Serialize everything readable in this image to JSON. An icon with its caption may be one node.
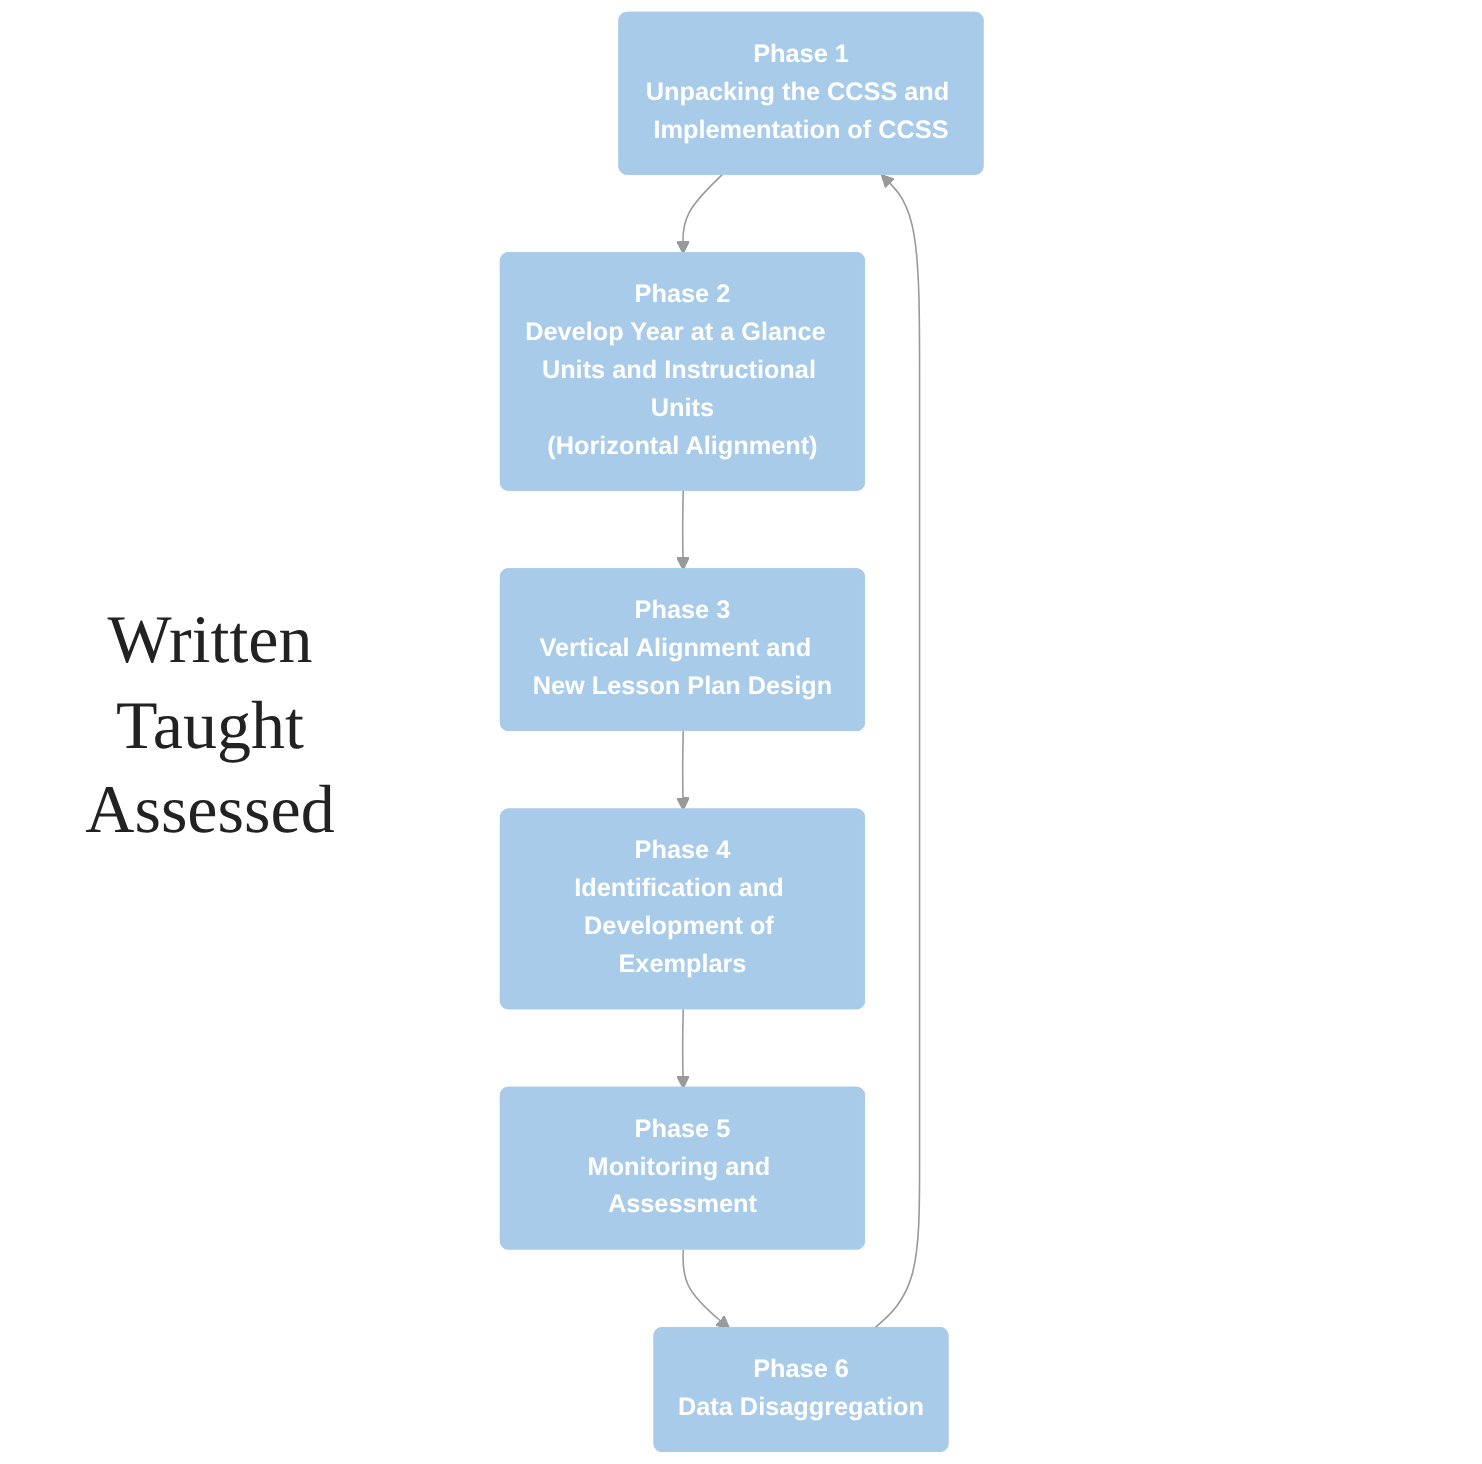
{
  "diagram": {
    "nodes": [
      {
        "text": [
          "Phase 1",
          "Unpacking the CCSS and Implementation of CCSS"
        ]
      },
      {
        "text": [
          "Phase 2",
          "Develop Year at a Glance  Units and Instructional Units",
          "(Horizontal Alignment)"
        ]
      },
      {
        "text": [
          "Phase 3",
          "Vertical Alignment and  New Lesson Plan Design"
        ]
      },
      {
        "text": [
          "Phase 4",
          "Identification and Development of Exemplars"
        ]
      },
      {
        "text": [
          "Phase 5",
          "Monitoring and Assessment"
        ]
      },
      {
        "text": [
          "Phase 6",
          "Data Disaggregation"
        ]
      }
    ],
    "edges": [
      {
        "from": 0,
        "to": 1,
        "arrow": "to"
      },
      {
        "from": 1,
        "to": 2,
        "arrow": "to"
      },
      {
        "from": 2,
        "to": 3,
        "arrow": "to"
      },
      {
        "from": 3,
        "to": 4,
        "arrow": "to"
      },
      {
        "from": 4,
        "to": 5,
        "arrow": "to"
      },
      {
        "from": 5,
        "to": 0,
        "arrow": "to"
      }
    ],
    "labels": [
      "Written Taught Assessed"
    ]
  }
}
